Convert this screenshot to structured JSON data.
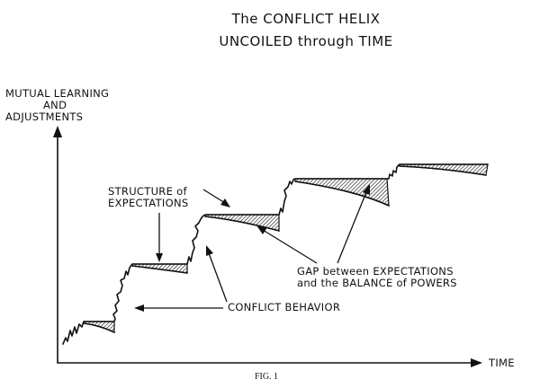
{
  "figure": {
    "title_line1": "The CONFLICT HELIX",
    "title_line2": "UNCOILED through TIME",
    "y_axis_label": [
      "MUTUAL LEARNING",
      "AND",
      "ADJUSTMENTS"
    ],
    "x_axis_label": "TIME",
    "annotations": {
      "structure": [
        "STRUCTURE of",
        "EXPECTATIONS"
      ],
      "gap": [
        "GAP between EXPECTATIONS",
        "and the BALANCE of POWERS"
      ],
      "conflict": "CONFLICT BEHAVIOR"
    },
    "caption": "FIG. 1"
  }
}
